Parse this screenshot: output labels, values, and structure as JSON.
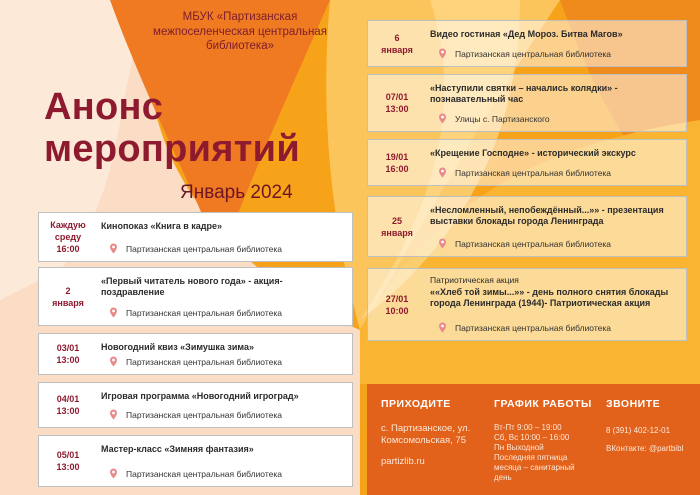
{
  "header": {
    "org_name": "МБУК «Партизанская межпоселенческая центральная библиотека»",
    "title_line1": "Анонс",
    "title_line2": "мероприятий",
    "month": "Январь 2024"
  },
  "events_left": [
    {
      "date": "Каждую\nсреду\n16:00",
      "title": "Кинопоказ «Книга в кадре»",
      "location": "Партизанская центральная библиотека"
    },
    {
      "date": "2\nянваря",
      "title": "«Первый читатель нового года» - акция-поздравление",
      "location": "Партизанская центральная библиотека"
    },
    {
      "date": "03/01\n13:00",
      "title": "Новогодний квиз «Зимушка зима»",
      "location": "Партизанская центральная библиотека"
    },
    {
      "date": "04/01\n13:00",
      "title": "Игровая программа «Новогодний игроград»",
      "location": "Партизанская центральная библиотека"
    },
    {
      "date": "05/01\n13:00",
      "title": "Мастер-класс «Зимняя фантазия»",
      "location": "Партизанская центральная библиотека"
    }
  ],
  "events_right": [
    {
      "date": "6\nянваря",
      "title": "Видео гостиная «Дед Мороз. Битва Магов»",
      "location": "Партизанская центральная библиотека"
    },
    {
      "date": "07/01\n13:00",
      "title": "«Наступили святки – начались колядки» - познавательный час",
      "location": "Улицы с. Партизанского"
    },
    {
      "date": "19/01\n16:00",
      "title": "«Крещение Господне» - исторический экскурс",
      "location": "Партизанская центральная библиотека"
    },
    {
      "date": "25\nянваря",
      "title": "«Несломленный, непобеждённый...»» - презентация выставки блокады города Ленинграда",
      "location": "Партизанская центральная библиотека"
    },
    {
      "date": "27/01\n10:00",
      "prefix": "Патриотическая акция",
      "title": "««Хлеб той зимы...»» - день полного снятия блокады города Ленинграда (1944)- Патриотическая акция",
      "location": "Партизанская центральная библиотека"
    }
  ],
  "footer": {
    "visit_heading": "ПРИХОДИТЕ",
    "address": "с. Партизанское, ул.\nКомсомольская, 75",
    "site": "partizlib.ru",
    "hours_heading": "ГРАФИК РАБОТЫ",
    "hours": "Вт-Пт 9:00 – 19:00\nСб, Вс 10:00 – 16:00\nПн Выходной\nПоследняя пятница\nмесяца – санитарный\nдень",
    "call_heading": "ЗВОНИТЕ",
    "phone": "8 (391) 402-12-01",
    "vk": "ВКонтакте: @partbibl"
  },
  "colors": {
    "accent": "#8d1a2e",
    "orange": "#f6a31a",
    "footer": "#e2611b"
  }
}
